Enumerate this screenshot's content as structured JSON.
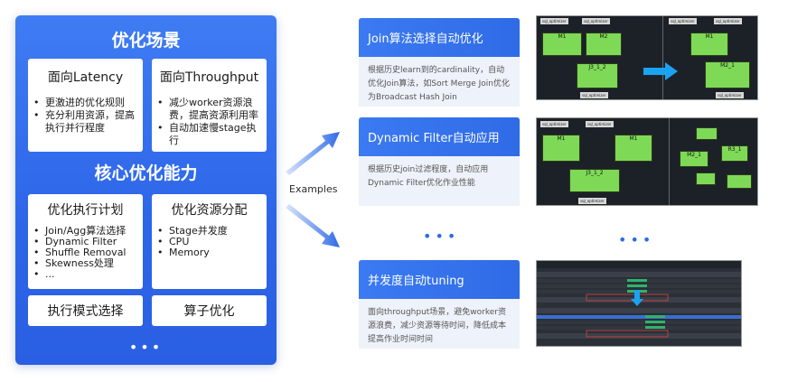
{
  "left": {
    "title": "优化场景",
    "latency": {
      "title": "面向Latency",
      "items": [
        "更激进的优化规则",
        "充分利用资源，提高执行并行程度"
      ]
    },
    "throughput": {
      "title": "面向Throughput",
      "items": [
        "减少worker资源浪费，提高资源利用率",
        "自动加速慢stage执行"
      ]
    },
    "core_title": "核心优化能力",
    "plan": {
      "title": "优化执行计划",
      "items": [
        "Join/Agg算法选择",
        "Dynamic Filter",
        "Shuffle Removal",
        "Skewness处理",
        "..."
      ]
    },
    "resource": {
      "title": "优化资源分配",
      "items": [
        "Stage并发度",
        "CPU",
        "Memory"
      ]
    },
    "mode": "执行模式选择",
    "operator": "算子优化",
    "dots": "•••"
  },
  "examples_label": "Examples",
  "cases": [
    {
      "title": "Join算法选择自动优化",
      "desc": "根据历史learn到的cardinality，自动优化Join算法，如Sort Merge Join优化为Broadcast Hash Join"
    },
    {
      "title": "Dynamic Filter自动应用",
      "desc": "根据历史join过滤程度，自动应用Dynamic Filter优化作业性能"
    },
    {
      "title": "并发度自动tuning",
      "desc": "面向throughput场景，避免worker资源浪费，减少资源等待时间，降低成本提高作业时间时间"
    }
  ],
  "middle_dots": "•••",
  "right_dots": "•••",
  "shot1": {
    "left_nodes": [
      "M1",
      "M2",
      "J3_1_2"
    ],
    "right_nodes": [
      "M1",
      "M2_1"
    ]
  },
  "shot2": {
    "left_nodes": [
      "M1",
      "M1",
      "J3_1_2"
    ],
    "right_nodes": [
      "M2_1",
      "R3_1"
    ]
  },
  "colors": {
    "accent": "#2d6be6",
    "node": "#7ed957",
    "arrow": "#1aa3f0"
  }
}
